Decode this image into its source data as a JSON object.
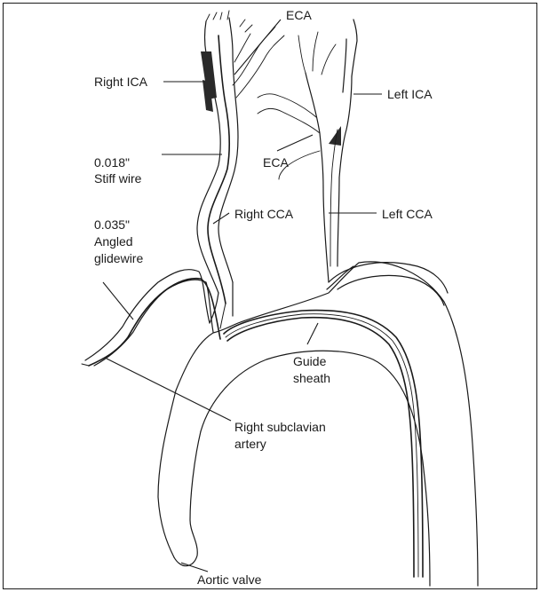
{
  "labels": {
    "eca_top": "ECA",
    "right_ica": "Right ICA",
    "left_ica": "Left ICA",
    "stiff_wire_line1": "0.018\"",
    "stiff_wire_line2": "Stiff wire",
    "eca_mid": "ECA",
    "angled_line1": "0.035\"",
    "angled_line2": "Angled",
    "angled_line3": "glidewire",
    "right_cca": "Right CCA",
    "left_cca": "Left CCA",
    "guide_line1": "Guide",
    "guide_line2": "sheath",
    "subclavian_line1": "Right subclavian",
    "subclavian_line2": "artery",
    "aortic_valve": "Aortic valve"
  },
  "colors": {
    "line": "#1a1a1a",
    "background": "#ffffff"
  }
}
